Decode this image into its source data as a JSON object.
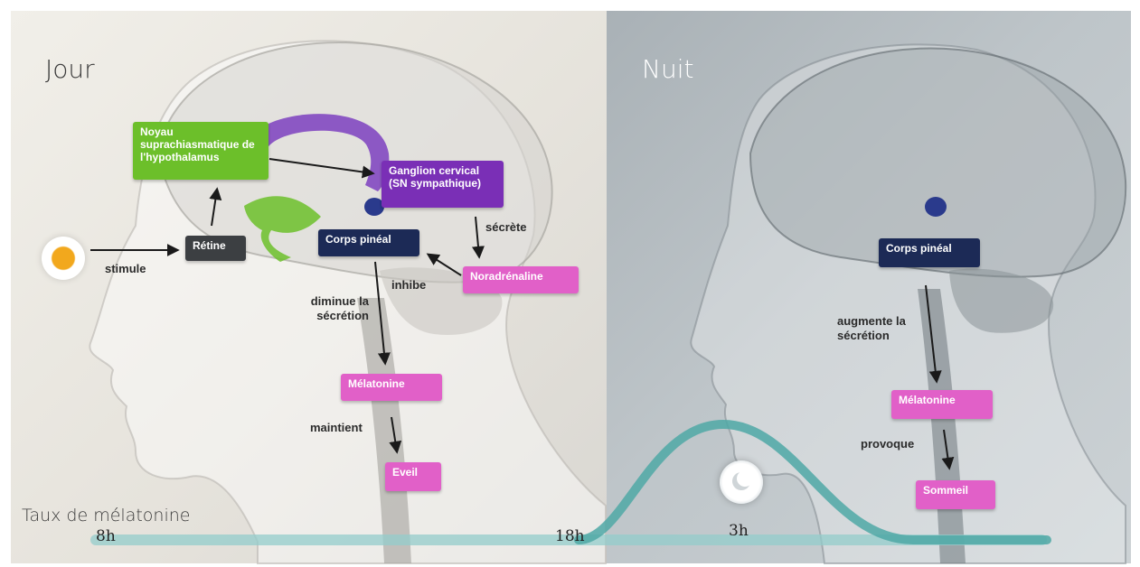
{
  "titles": {
    "day": "Jour",
    "night": "Nuit"
  },
  "day": {
    "labels": {
      "noyau": "Noyau suprachiasmatique de l'hypothalamus",
      "ganglion": "Ganglion cervical (SN sympathique)",
      "retine": "Rétine",
      "corps_pineal": "Corps pinéal",
      "noradrenaline": "Noradrénaline",
      "melatonine": "Mélatonine",
      "eveil": "Eveil"
    },
    "verbs": {
      "stimule": "stimule",
      "secrete": "sécrète",
      "inhibe": "inhibe",
      "diminue": "diminue la sécrétion",
      "maintient": "maintient"
    }
  },
  "night": {
    "labels": {
      "corps_pineal": "Corps pinéal",
      "melatonine": "Mélatonine",
      "sommeil": "Sommeil"
    },
    "verbs": {
      "augmente": "augmente la sécrétion",
      "provoque": "provoque"
    }
  },
  "melatonin_curve": {
    "label": "Taux de mélatonine",
    "ticks": [
      "8h",
      "18h",
      "3h"
    ]
  },
  "icons": {
    "day": "sun-icon",
    "night": "moon-icon"
  },
  "colors": {
    "green_label": "#6cbf2a",
    "purple_label": "#7a2fb6",
    "navy_label": "#1c2a56",
    "pink_label": "#e160c8",
    "curve": "#4fa8a6"
  }
}
